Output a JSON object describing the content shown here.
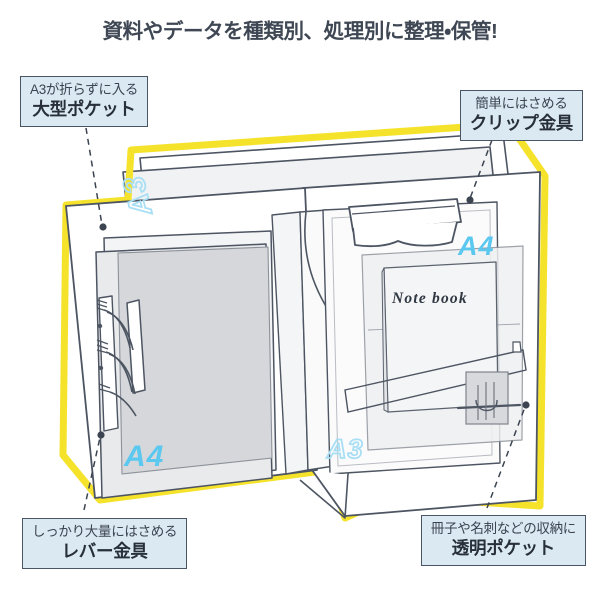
{
  "headline": {
    "text": "資料やデータを種類別、処理別に整理・保管!"
  },
  "callouts": [
    {
      "id": "large-pocket",
      "position": "top-left",
      "sub": "A3が折らずに入る",
      "main": "大型ポケット"
    },
    {
      "id": "clip-fitting",
      "position": "top-right",
      "sub": "簡単にはさめる",
      "main": "クリップ金具"
    },
    {
      "id": "lever-fitting",
      "position": "bottom-left",
      "sub": "しっかり大量にはさめる",
      "main": "レバー金具"
    },
    {
      "id": "clear-pocket",
      "position": "bottom-right",
      "sub": "冊子や名刺などの収納に",
      "main": "透明ポケット"
    }
  ],
  "illustration": {
    "description": "clip-folder-illustration",
    "paper_labels": [
      {
        "id": "a3-top-left",
        "text": "A3",
        "style": "outline",
        "rotated": true
      },
      {
        "id": "a4-left",
        "text": "A4",
        "style": "solid",
        "rotated": false
      },
      {
        "id": "a3-bottom-mid",
        "text": "A3",
        "style": "outline",
        "rotated": false
      },
      {
        "id": "a4-right",
        "text": "A4",
        "style": "solid",
        "rotated": false
      }
    ],
    "notebook_label": "Note book"
  },
  "colors": {
    "headline_text": "#3e4753",
    "callout_fill": "#dbe9f3",
    "callout_border": "#4a5564",
    "folder_edge_yellow": "#f5e22b",
    "outline_gray": "#4d5562",
    "paper_light": "#f2f3f5",
    "paper_mid": "#dcdee1",
    "label_blue_solid": "#5bc8f0",
    "label_blue_outline": "#a9dff4",
    "leader_line": "#3b4450"
  }
}
